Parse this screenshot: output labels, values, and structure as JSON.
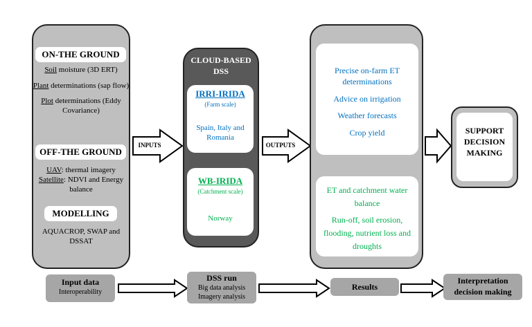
{
  "on_the_ground": {
    "heading": "ON-THE GROUND",
    "soil_label": "Soil",
    "soil_rest": " moisture (3D ERT)",
    "plant_label": "Plant",
    "plant_rest": " determinations (sap flow)",
    "plot_label": "Plot",
    "plot_rest": " determinations (Eddy Covariance)"
  },
  "off_the_ground": {
    "heading": "OFF-THE GROUND",
    "uav_label": "UAV",
    "uav_rest": ": thermal imagery",
    "satellite_label": "Satellite",
    "satellite_rest": ": NDVI and Energy balance"
  },
  "modelling": {
    "heading": "MODELLING",
    "text": "AQUACROP, SWAP and DSSAT"
  },
  "arrows": {
    "inputs": "INPUTS",
    "outputs": "OUTPUTS"
  },
  "dss": {
    "title": "CLOUD-BASED DSS",
    "irri_title": "IRRI-IRIDA",
    "irri_scale": "(Farm scale)",
    "irri_countries": "Spain, Italy and Romania",
    "wb_title": "WB-IRIDA",
    "wb_scale": "(Catchment scale)",
    "wb_country": "Norway"
  },
  "outputs_panel": {
    "blue_items": [
      "Precise on-farm ET determinations",
      "Advice on irrigation",
      "Weather forecasts",
      "Crop yield"
    ],
    "green_items": [
      "ET and catchment water balance",
      "Run-off, soil erosion, flooding, nutrient loss and droughts"
    ]
  },
  "support": {
    "text": "SUPPORT DECISION MAKING"
  },
  "bottom": {
    "input_title": "Input data",
    "input_sub": "Interoperability",
    "dss_title": "DSS run",
    "dss_line1": "Big data analysis",
    "dss_line2": "Imagery analysis",
    "results": "Results",
    "interp_line1": "Interpretation",
    "interp_line2": "decision making"
  }
}
